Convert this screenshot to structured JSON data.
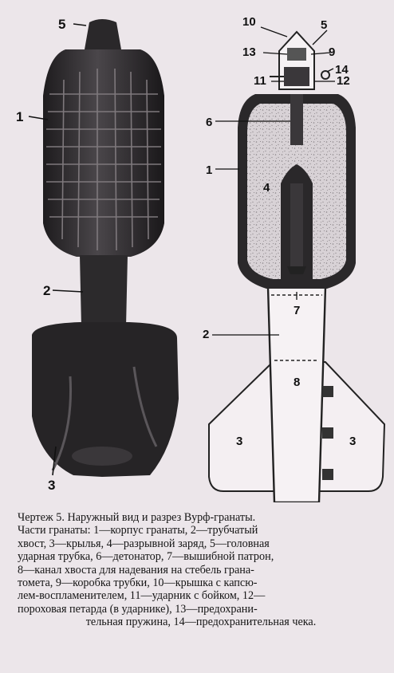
{
  "diagram": {
    "exterior_labels": [
      "5",
      "1",
      "2",
      "3"
    ],
    "section_labels": [
      "10",
      "5",
      "13",
      "9",
      "14",
      "11",
      "12",
      "6",
      "1",
      "4",
      "7",
      "2",
      "8",
      "3",
      "3"
    ]
  },
  "caption": {
    "lines": [
      "Чертеж 5. Наружный вид и разрез Вурф-гранаты.",
      "Части гранаты: 1—корпус гранаты, 2—трубчатый",
      "хвост, 3—крылья, 4—разрывной заряд, 5—головная",
      "ударная трубка, 6—детонатор, 7—вышибной патрон,",
      "8—канал хвоста для надевания на стебель грана-",
      "томета, 9—коробка трубки, 10—крышка с капсю-",
      "лем-воспламенителем, 11—ударник с бойком, 12—",
      "пороховая петарда (в ударнике), 13—предохрани-",
      "тельная пружина, 14—предохранительная чека."
    ]
  }
}
